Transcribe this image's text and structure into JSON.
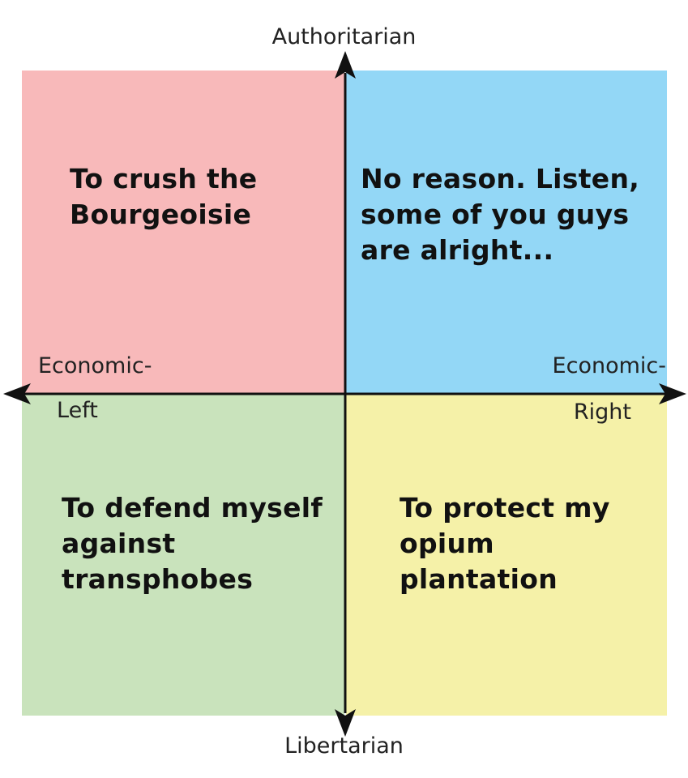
{
  "axes": {
    "top_label": "Authoritarian",
    "bottom_label": "Libertarian",
    "left_label_line1": "Economic-",
    "left_label_line2": "Left",
    "right_label_line1": "Economic-",
    "right_label_line2": "Right"
  },
  "quadrants": {
    "auth_left": {
      "color": "#f8b9ba",
      "text": "To crush the Bourgeoisie"
    },
    "auth_right": {
      "color": "#93d7f6",
      "text": "No reason. Listen, some of you guys are alright..."
    },
    "lib_left": {
      "color": "#c9e3bc",
      "text": "To defend myself against transphobes"
    },
    "lib_right": {
      "color": "#f5f1a8",
      "text": "To protect my opium plantation"
    }
  },
  "colors": {
    "axis": "#111111"
  }
}
